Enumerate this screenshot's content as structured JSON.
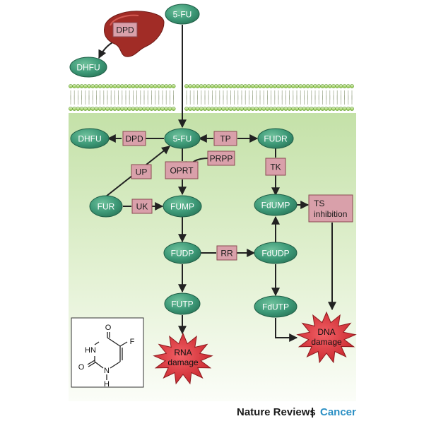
{
  "diagram": {
    "nodes": {
      "fu_top": "5-FU",
      "dpd_liver": "DPD",
      "dhfu_top": "DHFU",
      "dhfu": "DHFU",
      "dpd": "DPD",
      "fu": "5-FU",
      "tp": "TP",
      "fudr": "FUDR",
      "prpp": "PRPP",
      "up": "UP",
      "oprt": "OPRT",
      "tk": "TK",
      "fur": "FUR",
      "uk": "UK",
      "fump": "FUMP",
      "fdump": "FdUMP",
      "ts_line1": "TS",
      "ts_line2": "inhibition",
      "fudp": "FUDP",
      "rr": "RR",
      "fdudp": "FdUDP",
      "futp": "FUTP",
      "fdutp": "FdUTP",
      "rna_line1": "RNA",
      "rna_line2": "damage",
      "dna_line1": "DNA",
      "dna_line2": "damage"
    },
    "structure": {
      "o_top": "O",
      "hn": "HN",
      "o_left": "O",
      "n": "N",
      "h": "H",
      "f": "F"
    },
    "colors": {
      "enzyme_fill": "#d9a0aa",
      "metabolite_fill": "#3e9a78",
      "cytoplasm_top": "#c6e2ab",
      "membrane_green": "#8cc63f",
      "damage_red": "#e2343a",
      "liver_red": "#a12c26"
    }
  },
  "footer": {
    "journal": "Nature Reviews",
    "separator": "|",
    "section": "Cancer"
  }
}
